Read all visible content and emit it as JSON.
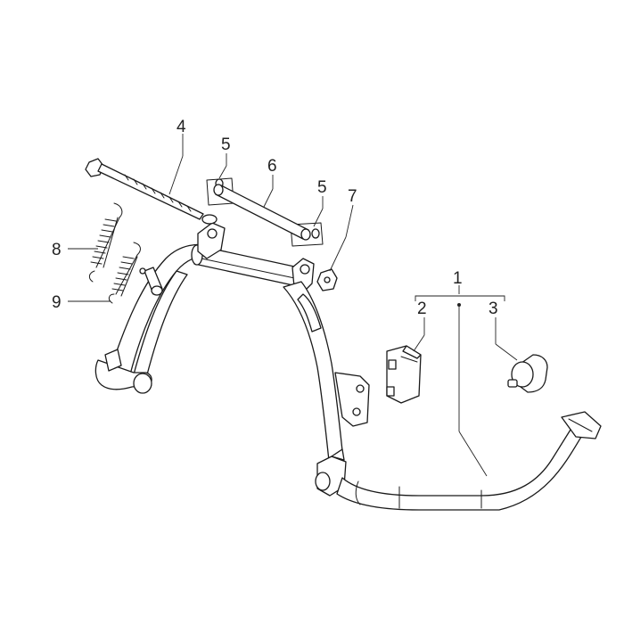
{
  "callouts": [
    {
      "id": "1",
      "label": "1"
    },
    {
      "id": "2",
      "label": "2"
    },
    {
      "id": "3",
      "label": "3"
    },
    {
      "id": "4",
      "label": "4"
    },
    {
      "id": "5a",
      "label": "5"
    },
    {
      "id": "5b",
      "label": "5"
    },
    {
      "id": "6",
      "label": "6"
    },
    {
      "id": "7",
      "label": "7"
    },
    {
      "id": "8",
      "label": "8"
    },
    {
      "id": "9",
      "label": "9"
    }
  ],
  "colors": {
    "line": "#1a1a1a",
    "background": "#ffffff"
  }
}
